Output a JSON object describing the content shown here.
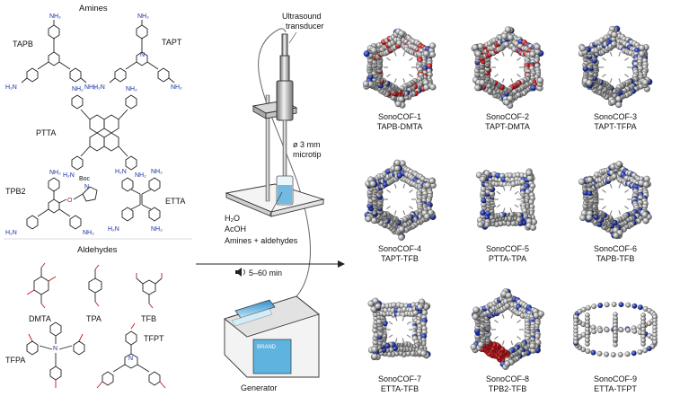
{
  "sections": {
    "amines": "Amines",
    "aldehydes": "Aldehydes"
  },
  "amines": [
    "TAPB",
    "TAPT",
    "PTTA",
    "TPB2",
    "ETTA"
  ],
  "aldehydes": [
    "DMTA",
    "TPA",
    "TFB",
    "TFPA",
    "TFPT"
  ],
  "groups": {
    "nh2": "NH₂",
    "h2n": "H₂N",
    "boc": "Boc",
    "n": "N",
    "o": "O"
  },
  "apparatus": {
    "transducer": [
      "Ultrasound",
      "transducer"
    ],
    "microtip": [
      "ø 3 mm",
      "microtip"
    ],
    "reagents": [
      "H₂O",
      "AcOH",
      "Amines + aldehydes"
    ],
    "brand": "BRAND",
    "generator": "Generator",
    "time": "5–60 min",
    "speaker_icon": "speaker-icon"
  },
  "products": [
    {
      "name": "SonoCOF-1",
      "combo": "TAPB-DMTA",
      "shape": "hex"
    },
    {
      "name": "SonoCOF-2",
      "combo": "TAPT-DMTA",
      "shape": "hex"
    },
    {
      "name": "SonoCOF-3",
      "combo": "TAPT-TFPA",
      "shape": "hex"
    },
    {
      "name": "SonoCOF-4",
      "combo": "TAPT-TFB",
      "shape": "hex"
    },
    {
      "name": "SonoCOF-5",
      "combo": "PTTA-TPA",
      "shape": "square"
    },
    {
      "name": "SonoCOF-6",
      "combo": "TAPB-TFB",
      "shape": "hex"
    },
    {
      "name": "SonoCOF-7",
      "combo": "ETTA-TFB",
      "shape": "square"
    },
    {
      "name": "SonoCOF-8",
      "combo": "TPB2-TFB",
      "shape": "hex"
    },
    {
      "name": "SonoCOF-9",
      "combo": "ETTA-TFPT",
      "shape": "cage"
    }
  ],
  "colors": {
    "ink": "#222222",
    "nitrogen": "#1a2fa0",
    "oxygen": "#c0151a",
    "carbon": "#9a9a9a",
    "liquid": "#4aa6d8"
  }
}
